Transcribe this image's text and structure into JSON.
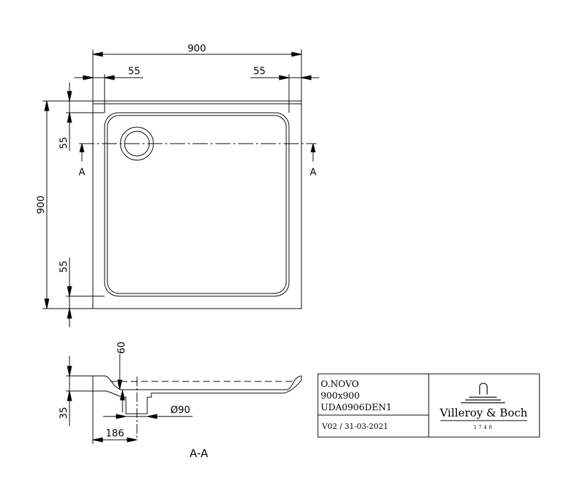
{
  "dimensions": {
    "overall_width": "900",
    "left_margin": "55",
    "right_margin": "55",
    "overall_depth": "900",
    "top_margin": "55",
    "bottom_margin": "55",
    "section_marker_left": "A",
    "section_marker_right": "A",
    "section_height": "60",
    "section_thickness": "35",
    "drain_offset": "186",
    "drain_diameter": "Ø90",
    "section_label": "A-A"
  },
  "title_block": {
    "line1": "O.NOVO",
    "line2": "900x900",
    "line3": "UDA0906DEN1",
    "revision": "V02 / 31-03-2021",
    "brand": "Villeroy & Boch",
    "brand_year": "1748"
  }
}
